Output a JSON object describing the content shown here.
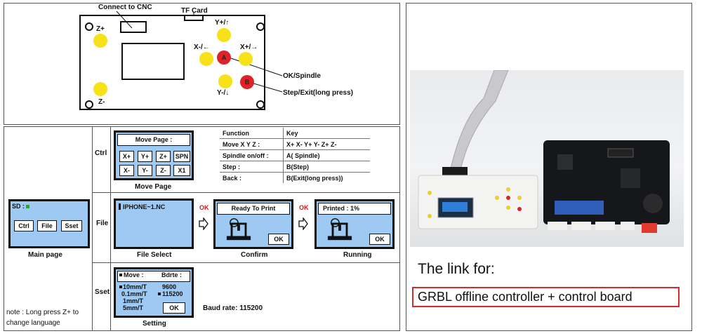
{
  "board": {
    "connect_label": "Connect to CNC",
    "tf_label": "TF Card",
    "z_plus": "Z+",
    "z_minus": "Z-",
    "y_plus": "Y+/↑",
    "y_minus": "Y-/↓",
    "x_minus": "X-/←",
    "x_plus": "X+/→",
    "a_btn": "A",
    "b_btn": "B",
    "ok_spindle": "OK/Spindle",
    "step_exit": "Step/Exit(long press)"
  },
  "rows": {
    "ctrl": "Ctrl",
    "file": "File",
    "sset": "Sset"
  },
  "main_page": {
    "sd": "SD :",
    "buttons": [
      "Ctrl",
      "File",
      "Sset"
    ],
    "caption": "Main page",
    "note": "note : Long press Z+ to change language"
  },
  "move_page": {
    "title": "Move Page :",
    "keys": [
      "X+",
      "Y+",
      "Z+",
      "SPN",
      "X-",
      "Y-",
      "Z-",
      "X1"
    ],
    "caption": "Move Page"
  },
  "function_table": {
    "header": [
      "Function",
      "Key"
    ],
    "rows": [
      [
        "Move X Y Z :",
        "X+  X-  Y+  Y-  Z+  Z-"
      ],
      [
        "Spindle on/off :",
        "A( Spindle)"
      ],
      [
        "Step :",
        "B(Step)"
      ],
      [
        "Back :",
        "B(Exit(long press))"
      ]
    ]
  },
  "file_row": {
    "file_name": "IPHONE~1.NC",
    "file_caption": "File  Select",
    "ok1": "OK",
    "confirm_title": "Ready To Print",
    "confirm_ok": "OK",
    "confirm_caption": "Confirm",
    "ok2": "OK",
    "running_title": "Printed : 1%",
    "running_ok": "OK",
    "running_caption": "Running"
  },
  "sset": {
    "move_head": "Move :",
    "bdrte_head": "Bdrte :",
    "steps": [
      "10mm/T",
      "0.1mm/T",
      "1mm/T",
      "5mm/T"
    ],
    "bauds": [
      "9600",
      "115200"
    ],
    "ok": "OK",
    "caption": "Setting",
    "baud_note": "Baud rate: 115200"
  },
  "right": {
    "link_for": "The link for:",
    "product": "GRBL offline controller + control board"
  },
  "colors": {
    "screen": "#9ec9f2",
    "yellow": "#f7e21a",
    "red": "#dd2228",
    "ok_red": "#d21b1b"
  }
}
